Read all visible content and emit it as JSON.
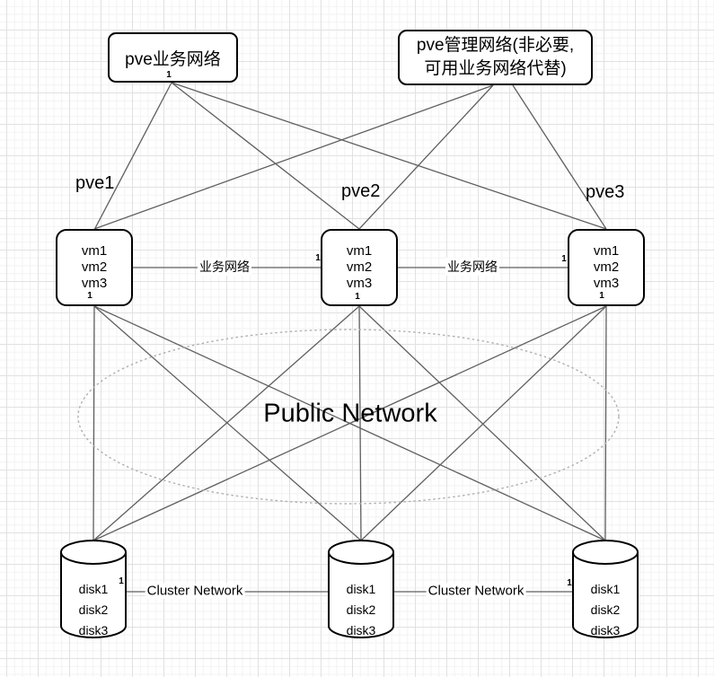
{
  "diagram": {
    "top_networks": {
      "business": {
        "label": "pve业务网络"
      },
      "management": {
        "line1": "pve管理网络(非必要,",
        "line2": "可用业务网络代替)"
      }
    },
    "hosts": [
      {
        "name": "pve1",
        "vms": [
          "vm1",
          "vm2",
          "vm3"
        ]
      },
      {
        "name": "pve2",
        "vms": [
          "vm1",
          "vm2",
          "vm3"
        ]
      },
      {
        "name": "pve3",
        "vms": [
          "vm1",
          "vm2",
          "vm3"
        ]
      }
    ],
    "public_network_label": "Public Network",
    "storage_nodes": [
      {
        "disks": [
          "disk1",
          "disk2",
          "disk3"
        ]
      },
      {
        "disks": [
          "disk1",
          "disk2",
          "disk3"
        ]
      },
      {
        "disks": [
          "disk1",
          "disk2",
          "disk3"
        ]
      }
    ],
    "edge_labels": {
      "business_link": "业务网络",
      "cluster_link": "Cluster Network",
      "multiplicity": "1"
    },
    "colors": {
      "edge": "#5f5f5f",
      "node_border": "#000000",
      "node_fill": "#ffffff",
      "ellipse_stroke": "#b0b0b0",
      "grid_minor": "#f2f2f2",
      "grid_major": "#e1e1e1",
      "text": "#000000"
    }
  }
}
